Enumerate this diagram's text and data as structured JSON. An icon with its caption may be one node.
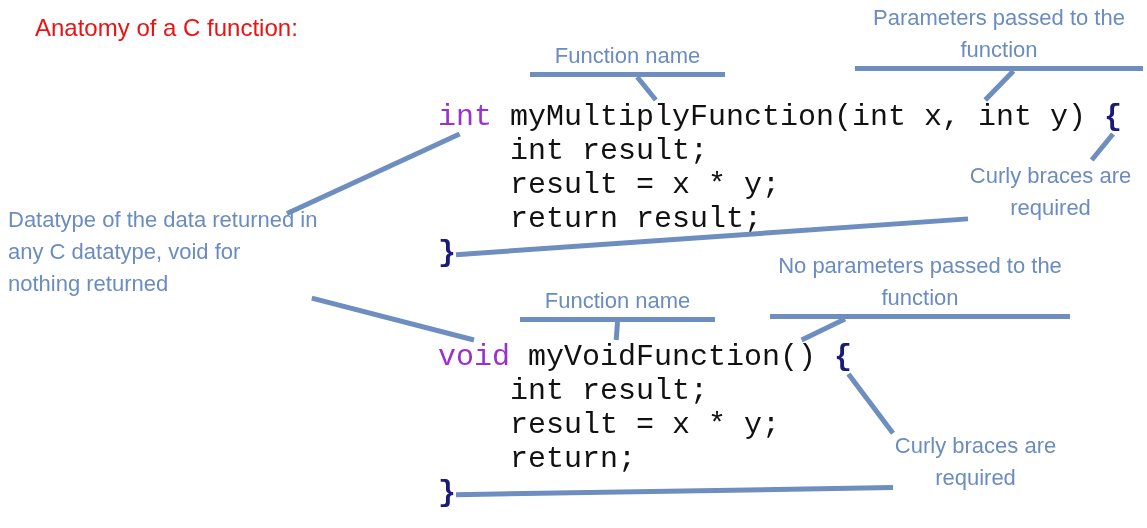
{
  "diagram": {
    "title": "Anatomy of a C function:",
    "nodes": [
      {
        "text": [
          "Parameters passed to the function"
        ]
      },
      {
        "text": [
          "Function name"
        ]
      },
      {
        "text": [
          "int"
        ]
      },
      {
        "text": [
          "myMultiplyFunction"
        ]
      },
      {
        "text": [
          "(int x, int y)"
        ]
      },
      {
        "text": [
          "{"
        ]
      },
      {
        "text": [
          "Curly braces are required"
        ]
      },
      {
        "text": [
          "Datatype of the data returned in any C datatype, void for nothing returned"
        ]
      },
      {
        "text": [
          "}"
        ]
      },
      {
        "text": [
          "No parameters passed to the function"
        ]
      },
      {
        "text": [
          "Function name"
        ]
      },
      {
        "text": [
          "void"
        ]
      },
      {
        "text": [
          "myVoidFunction"
        ]
      },
      {
        "text": [
          "()"
        ]
      },
      {
        "text": [
          "{"
        ]
      },
      {
        "text": [
          "Curly braces are required"
        ]
      },
      {
        "text": [
          "}"
        ]
      }
    ],
    "edges": [
      {
        "from": 1,
        "to": 3,
        "arrow": "none"
      },
      {
        "from": 0,
        "to": 4,
        "arrow": "none"
      },
      {
        "from": 6,
        "to": 5,
        "arrow": "none"
      },
      {
        "from": 6,
        "to": 8,
        "arrow": "none"
      },
      {
        "from": 7,
        "to": 2,
        "arrow": "none"
      },
      {
        "from": 7,
        "to": 11,
        "arrow": "none"
      },
      {
        "from": 10,
        "to": 12,
        "arrow": "none"
      },
      {
        "from": 9,
        "to": 13,
        "arrow": "none"
      },
      {
        "from": 15,
        "to": 14,
        "arrow": "none"
      },
      {
        "from": 15,
        "to": 16,
        "arrow": "none"
      }
    ],
    "labels": [
      "int result;",
      "result = x * y;",
      "return result;",
      "int result;",
      "result = x * y;",
      "return;"
    ]
  }
}
